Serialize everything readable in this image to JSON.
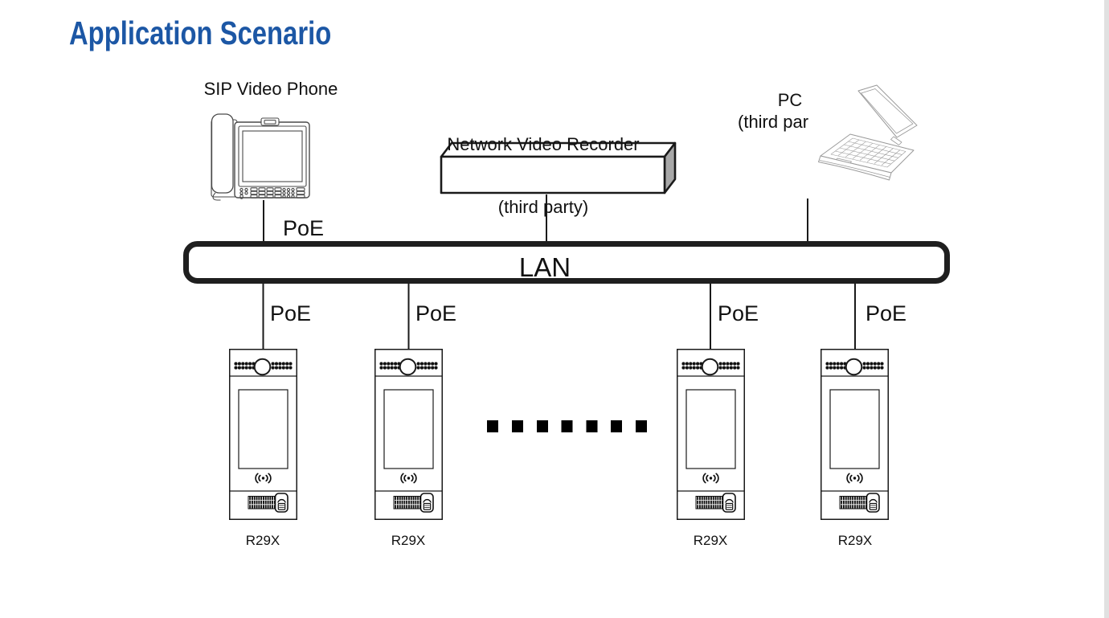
{
  "page": {
    "title": "Application Scenario",
    "title_color": "#1c57a5"
  },
  "diagram": {
    "sip_phone": {
      "label": "SIP Video Phone",
      "poe_label": "PoE"
    },
    "nvr": {
      "label_line1": "Network Video Recorder",
      "label_line2": "(third party)"
    },
    "pc": {
      "label_line1": "PC",
      "label_line2": "(third par"
    },
    "lan": {
      "label": "LAN"
    },
    "devices": [
      {
        "label": "R29X",
        "poe_label": "PoE"
      },
      {
        "label": "R29X",
        "poe_label": "PoE"
      },
      {
        "label": "R29X",
        "poe_label": "PoE"
      },
      {
        "label": "R29X",
        "poe_label": "PoE"
      }
    ],
    "colors": {
      "line": "#1a1a1a",
      "nvr_side": "#a8a8a8",
      "accent_title": "#1c57a5"
    }
  }
}
